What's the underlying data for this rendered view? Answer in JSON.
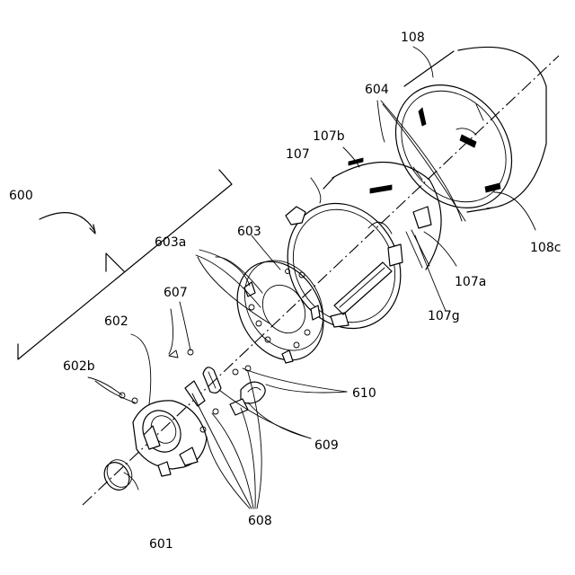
{
  "labels": {
    "l600": "600",
    "l601": "601",
    "l602": "602",
    "l602b": "602b",
    "l603": "603",
    "l603a": "603a",
    "l604": "604",
    "l607": "607",
    "l608": "608",
    "l609": "609",
    "l610": "610",
    "l107": "107",
    "l107a": "107a",
    "l107b": "107b",
    "l107g": "107g",
    "l108": "108",
    "l108c": "108c"
  }
}
